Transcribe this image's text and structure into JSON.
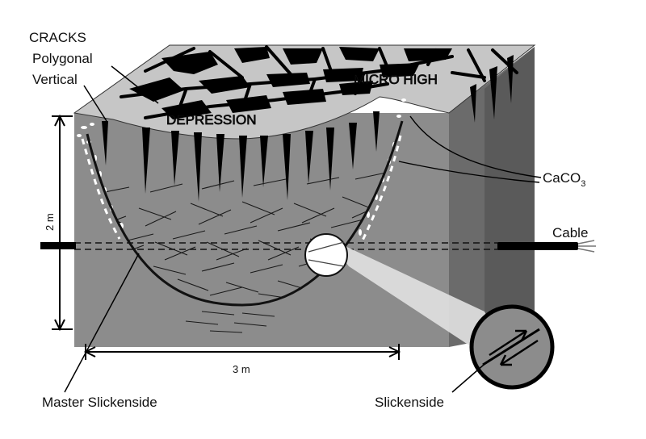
{
  "labels": {
    "cracks": "CRACKS",
    "polygonal": "Polygonal",
    "vertical": "Vertical",
    "micro_high": "MICRO HIGH",
    "depression": "DEPRESSION",
    "caco3_base": "CaCO",
    "caco3_sub": "3",
    "cable": "Cable",
    "depth": "2 m",
    "width": "3 m",
    "master_slickenside": "Master Slickenside",
    "slickenside": "Slickenside"
  },
  "colors": {
    "front_face": "#8c8c8c",
    "side_face": "#6b6b6b",
    "top_surface": "#c8c8c8",
    "cracks": "#000000",
    "caco3": "#ffffff"
  }
}
